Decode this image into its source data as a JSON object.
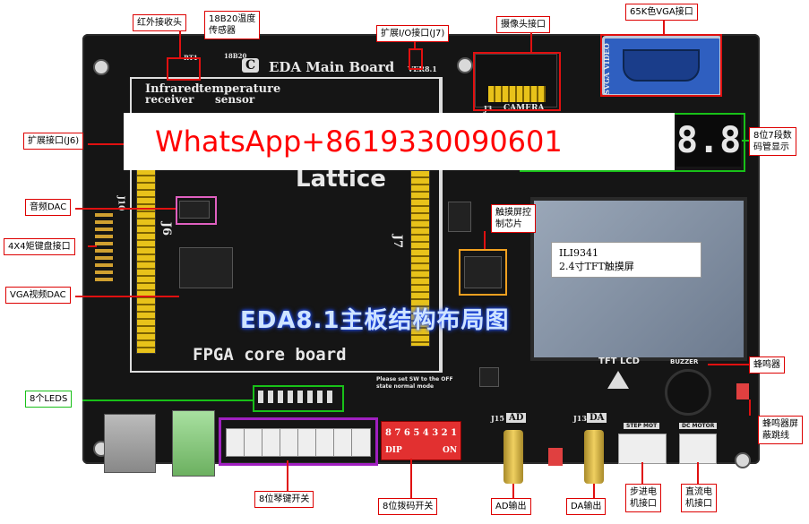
{
  "watermark": "WhatsApp+8619330090601",
  "overlay_title": "EDA8.1主板结构布局图",
  "silkscreen": {
    "main_board": "EDA Main Board",
    "main_board_ver": "VER8.1",
    "infrared": "Infrared",
    "receiver": "receiver",
    "temperature": "temperature",
    "sensor": "sensor",
    "ir_code": "RT1",
    "ds_code": "18B20",
    "c_badge": "C",
    "lattice": "Lattice",
    "fpga": "FPGA core board",
    "j6": "J6",
    "j7": "J7",
    "j10": "J10",
    "camera": "CAMERA",
    "j3": "J3",
    "svga": "SVGA VIDEO",
    "tft_lcd": "TFT LCD",
    "buzzer": "BUZZER",
    "ad": "AD",
    "da": "DA",
    "j15": "J15",
    "j13": "J13",
    "step_mot": "STEP MOT",
    "dc_motor": "DC MOTOR",
    "dip_digits": "8 7 6 5 4 3 2 1",
    "dip": "DIP",
    "dip_on": "ON",
    "dip_note": "Please set SW to the OFF state normal mode",
    "seg_digits": "8.8."
  },
  "lcd_label": {
    "line1": "ILI9341",
    "line2": "2.4寸TFT触摸屏"
  },
  "callouts": {
    "ir": "红外接收头",
    "ds18b20_1": "18B20温度",
    "ds18b20_2": "传感器",
    "j7": "扩展I/O接口(J7)",
    "camera": "摄像头接口",
    "vga": "65K色VGA接口",
    "j6": "扩展接口(J6)",
    "seg_1": "8位7段数",
    "seg_2": "码管显示",
    "audio": "音频DAC",
    "touch_1": "触摸屏控",
    "touch_2": "制芯片",
    "keypad": "4X4矩键盘接口",
    "vga_dac": "VGA视频DAC",
    "buzzer": "蜂鸣器",
    "leds": "8个LEDS",
    "buzzer_jumper_1": "蜂鸣器屏",
    "buzzer_jumper_2": "蔽跳线",
    "keys": "8位琴键开关",
    "dip": "8位拨码开关",
    "ad_out": "AD输出",
    "da_out": "DA输出",
    "stepper_1": "步进电",
    "stepper_2": "机接口",
    "dc_1": "直流电",
    "dc_2": "机接口"
  }
}
